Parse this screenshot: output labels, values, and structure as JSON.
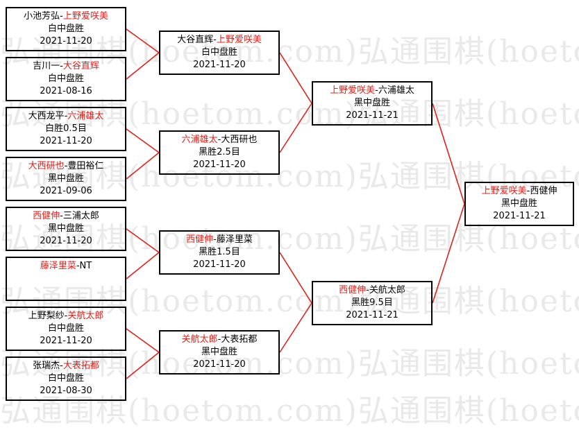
{
  "watermark": "弘通围棋(hoetom.com)弘通围棋(hoetom.com)弘通围棋",
  "colors": {
    "winner": "#e0201a",
    "loser": "#000000",
    "line": "#e0201a"
  },
  "rounds": [
    [
      {
        "p1": "小池芳弘",
        "p2": "上野爱咲美",
        "winner": 2,
        "result": "白中盘胜",
        "date": "2021-11-20"
      },
      {
        "p1": "吉川一",
        "p2": "大谷直辉",
        "winner": 2,
        "result": "白中盘胜",
        "date": "2021-08-16"
      },
      {
        "p1": "大西龙平",
        "p2": "六浦雄太",
        "winner": 2,
        "result": "白胜0.5目",
        "date": "2021-11-20"
      },
      {
        "p1": "大西研也",
        "p2": "豊田裕仁",
        "winner": 1,
        "result": "黑中盘胜",
        "date": "2021-09-06"
      },
      {
        "p1": "西健伸",
        "p2": "三浦太郎",
        "winner": 1,
        "result": "黑中盘胜",
        "date": "2021-11-20"
      },
      {
        "p1": "藤泽里菜",
        "p2": "NT",
        "winner": 1,
        "result": "",
        "date": ""
      },
      {
        "p1": "上野梨纱",
        "p2": "关航太郎",
        "winner": 2,
        "result": "白中盘胜",
        "date": "2021-11-20"
      },
      {
        "p1": "张瑞杰",
        "p2": "大表拓都",
        "winner": 2,
        "result": "白中盘胜",
        "date": "2021-08-30"
      }
    ],
    [
      {
        "p1": "大谷直辉",
        "p2": "上野爱咲美",
        "winner": 2,
        "result": "白中盘胜",
        "date": "2021-11-20"
      },
      {
        "p1": "六浦雄太",
        "p2": "大西研也",
        "winner": 1,
        "result": "黑胜2.5目",
        "date": "2021-11-20"
      },
      {
        "p1": "西健伸",
        "p2": "藤泽里菜",
        "winner": 1,
        "result": "黑胜1.5目",
        "date": "2021-11-20"
      },
      {
        "p1": "关航太郎",
        "p2": "大表拓都",
        "winner": 1,
        "result": "黑中盘胜",
        "date": "2021-11-20"
      }
    ],
    [
      {
        "p1": "上野爱咲美",
        "p2": "六浦雄太",
        "winner": 1,
        "result": "黑中盘胜",
        "date": "2021-11-21"
      },
      {
        "p1": "西健伸",
        "p2": "关航太郎",
        "winner": 1,
        "result": "黑胜9.5目",
        "date": "2021-11-21"
      }
    ],
    [
      {
        "p1": "上野爱咲美",
        "p2": "西健伸",
        "winner": 1,
        "result": "黑中盘胜",
        "date": "2021-11-21"
      }
    ]
  ]
}
